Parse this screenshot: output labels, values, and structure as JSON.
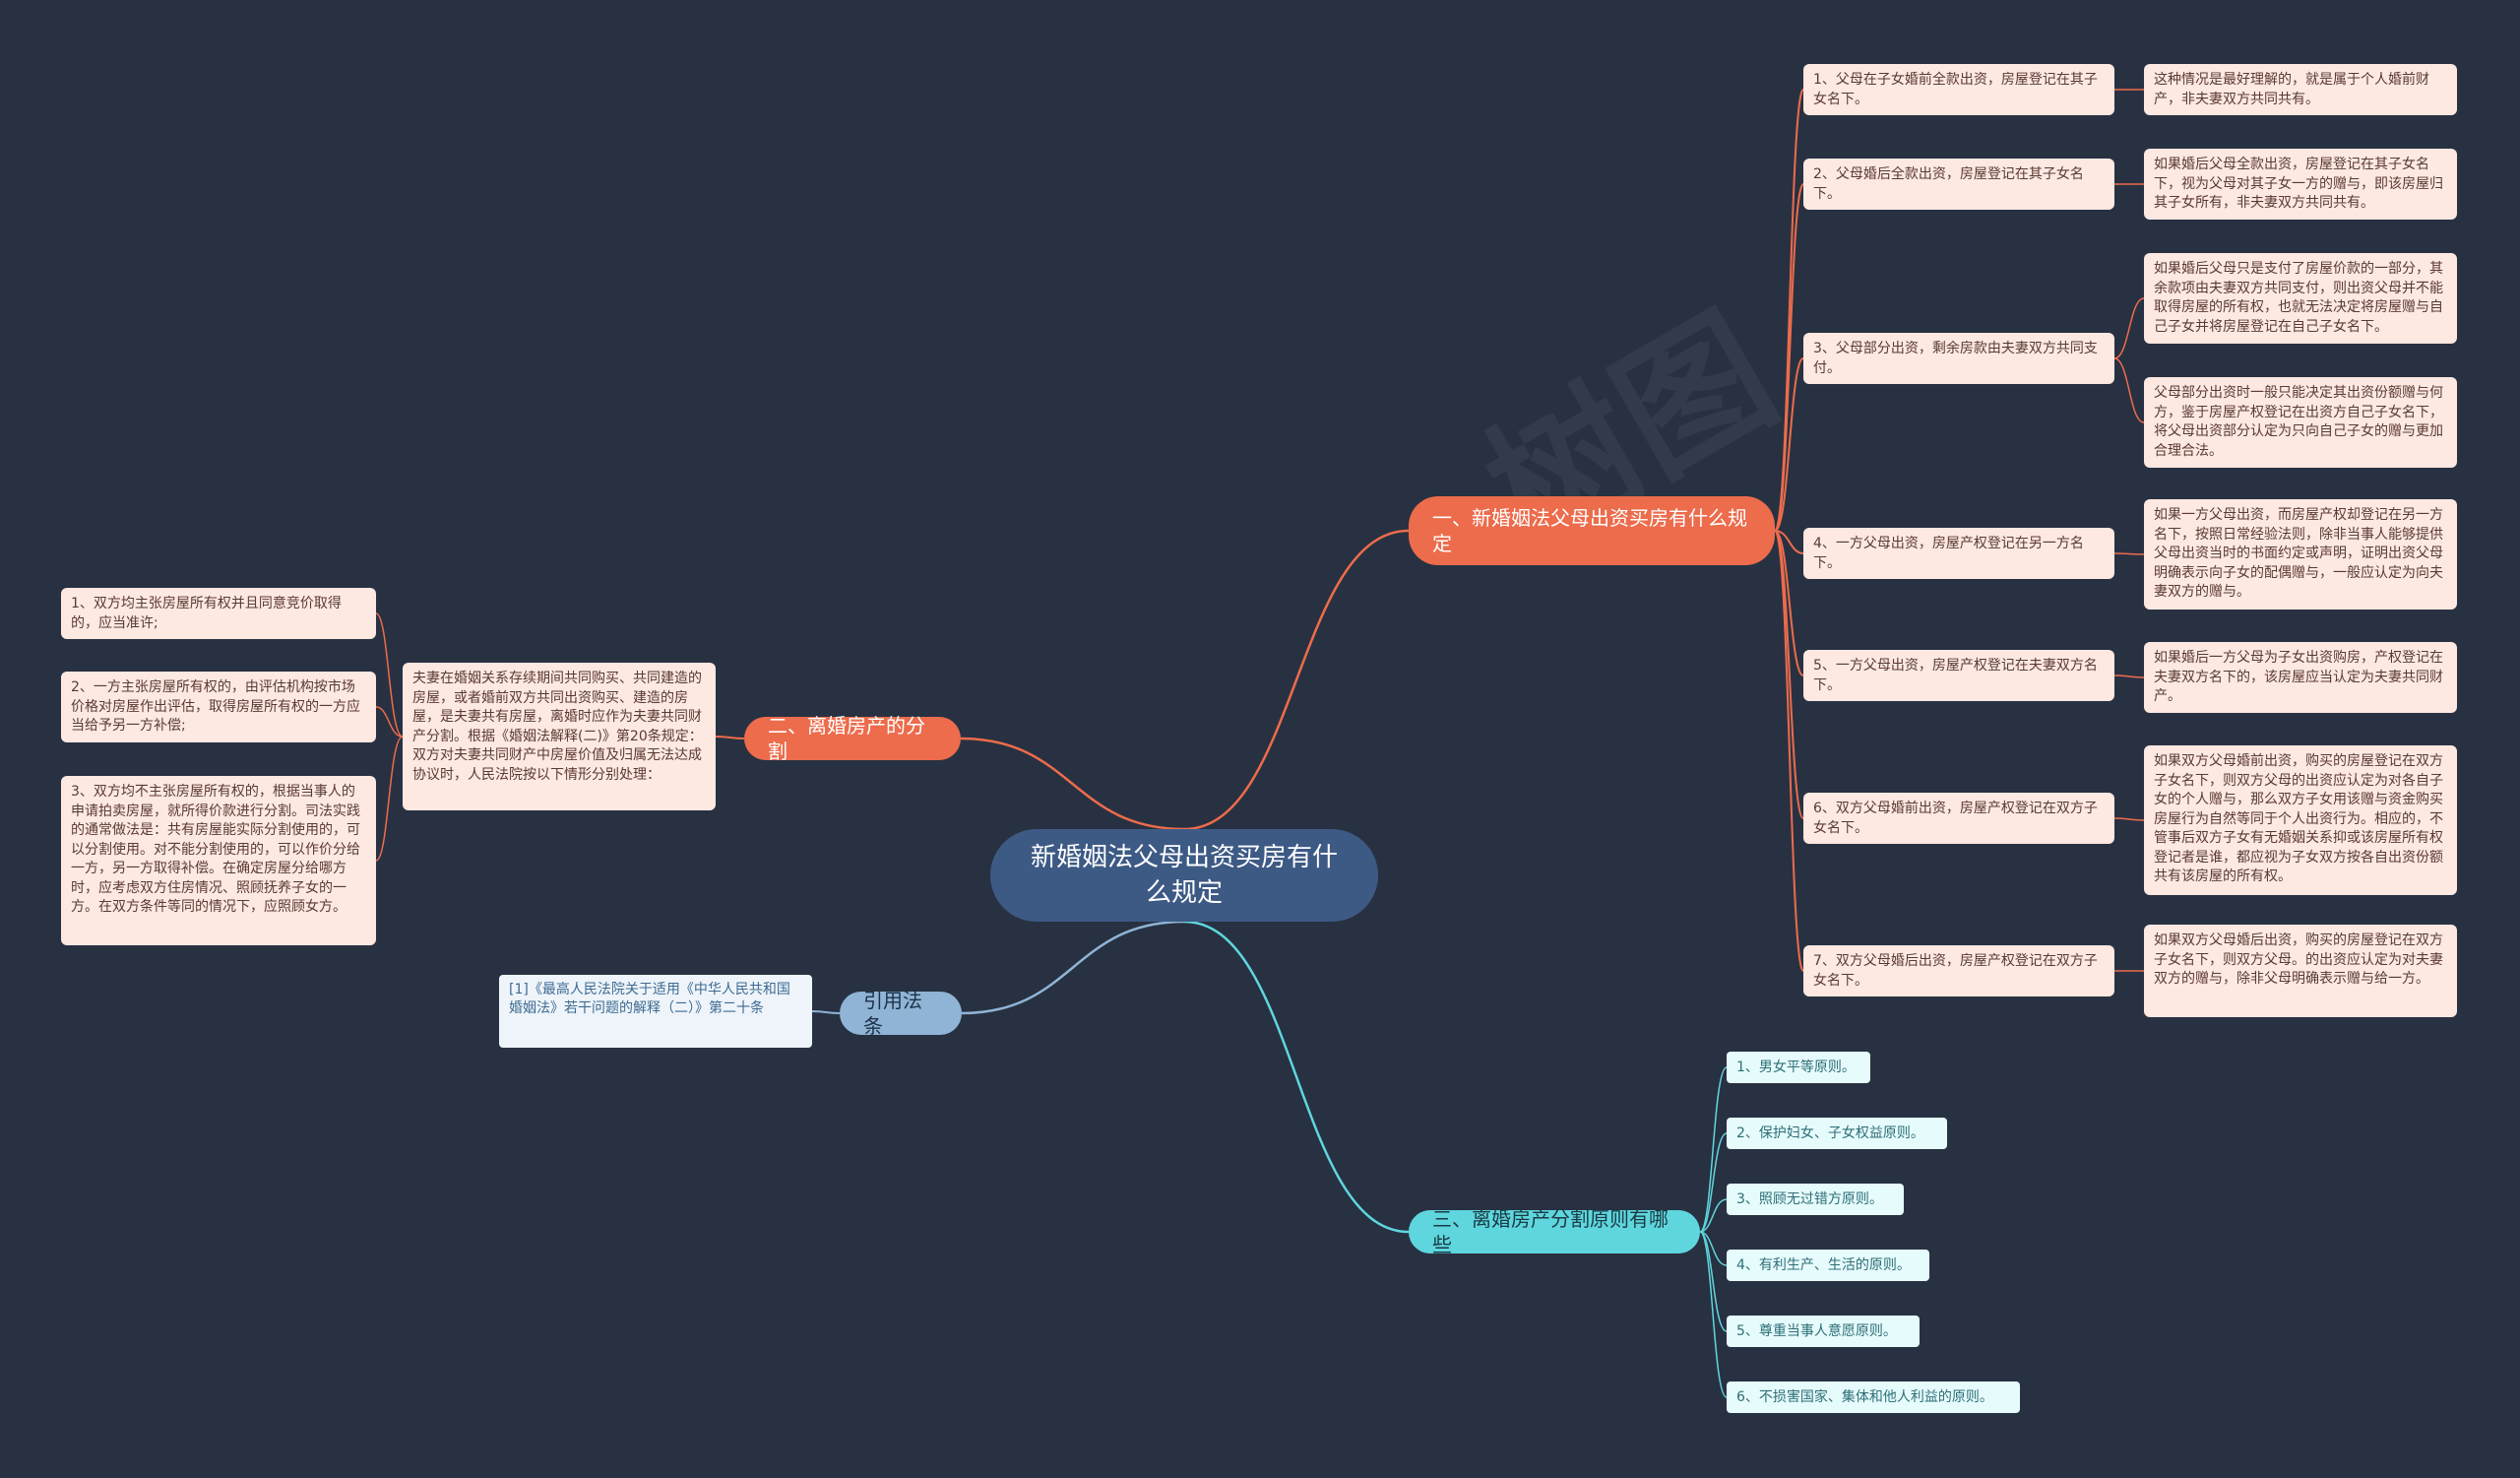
{
  "root": {
    "title": "新婚姻法父母出资买房有什么规定"
  },
  "branches": {
    "b1": "一、新婚姻法父母出资买房有什么规定",
    "b2": "二、离婚房产的分割",
    "b3": "引用法条",
    "b4": "三、离婚房产分割原则有哪些"
  },
  "section1": [
    {
      "item": "1、父母在子女婚前全款出资，房屋登记在其子女名下。",
      "details": [
        "这种情况是最好理解的，就是属于个人婚前财产，非夫妻双方共同共有。"
      ]
    },
    {
      "item": "2、父母婚后全款出资，房屋登记在其子女名下。",
      "details": [
        "如果婚后父母全款出资，房屋登记在其子女名下，视为父母对其子女一方的赠与，即该房屋归其子女所有，非夫妻双方共同共有。"
      ]
    },
    {
      "item": "3、父母部分出资，剩余房款由夫妻双方共同支付。",
      "details": [
        "如果婚后父母只是支付了房屋价款的一部分，其余款项由夫妻双方共同支付，则出资父母并不能取得房屋的所有权，也就无法决定将房屋赠与自己子女并将房屋登记在自己子女名下。",
        "父母部分出资时一般只能决定其出资份额赠与何方，鉴于房屋产权登记在出资方自己子女名下，将父母出资部分认定为只向自己子女的赠与更加合理合法。"
      ]
    },
    {
      "item": "4、一方父母出资，房屋产权登记在另一方名下。",
      "details": [
        "如果一方父母出资，而房屋产权却登记在另一方名下，按照日常经验法则，除非当事人能够提供父母出资当时的书面约定或声明，证明出资父母明确表示向子女的配偶赠与，一般应认定为向夫妻双方的赠与。"
      ]
    },
    {
      "item": "5、一方父母出资，房屋产权登记在夫妻双方名下。",
      "details": [
        "如果婚后一方父母为子女出资购房，产权登记在夫妻双方名下的，该房屋应当认定为夫妻共同财产。"
      ]
    },
    {
      "item": "6、双方父母婚前出资，房屋产权登记在双方子女名下。",
      "details": [
        "如果双方父母婚前出资，购买的房屋登记在双方子女名下，则双方父母的出资应认定为对各自子女的个人赠与，那么双方子女用该赠与资金购买房屋行为自然等同于个人出资行为。相应的，不管事后双方子女有无婚姻关系抑或该房屋所有权登记者是谁，都应视为子女双方按各自出资份额共有该房屋的所有权。"
      ]
    },
    {
      "item": "7、双方父母婚后出资，房屋产权登记在双方子女名下。",
      "details": [
        "如果双方父母婚后出资，购买的房屋登记在双方子女名下，则双方父母。的出资应认定为对夫妻双方的赠与，除非父母明确表示赠与给一方。"
      ]
    }
  ],
  "section2": {
    "summary": "夫妻在婚姻关系存续期间共同购买、共同建造的房屋，或者婚前双方共同出资购买、建造的房屋，是夫妻共有房屋，离婚时应作为夫妻共同财产分割。根据《婚姻法解释(二)》第20条规定：双方对夫妻共同财产中房屋价值及归属无法达成协议时，人民法院按以下情形分别处理：",
    "items": [
      "1、双方均主张房屋所有权并且同意竞价取得的，应当准许;",
      "2、一方主张房屋所有权的，由评估机构按市场价格对房屋作出评估，取得房屋所有权的一方应当给予另一方补偿;",
      "3、双方均不主张房屋所有权的，根据当事人的申请拍卖房屋，就所得价款进行分割。司法实践的通常做法是：共有房屋能实际分割使用的，可以分割使用。对不能分割使用的，可以作价分给一方，另一方取得补偿。在确定房屋分给哪方时，应考虑双方住房情况、照顾抚养子女的一方。在双方条件等同的情况下，应照顾女方。"
    ]
  },
  "citation": "[1]《最高人民法院关于适用《中华人民共和国婚姻法》若干问题的解释（二）》第二十条",
  "principles": [
    "1、男女平等原则。",
    "2、保护妇女、子女权益原则。",
    "3、照顾无过错方原则。",
    "4、有利生产、生活的原则。",
    "5、尊重当事人意愿原则。",
    "6、不损害国家、集体和他人利益的原则。"
  ],
  "colors": {
    "background": "#283141",
    "root": "#3d5a85",
    "orange": "#ec6c4c",
    "blue": "#8fb4d6",
    "cyan": "#5fd6de"
  }
}
